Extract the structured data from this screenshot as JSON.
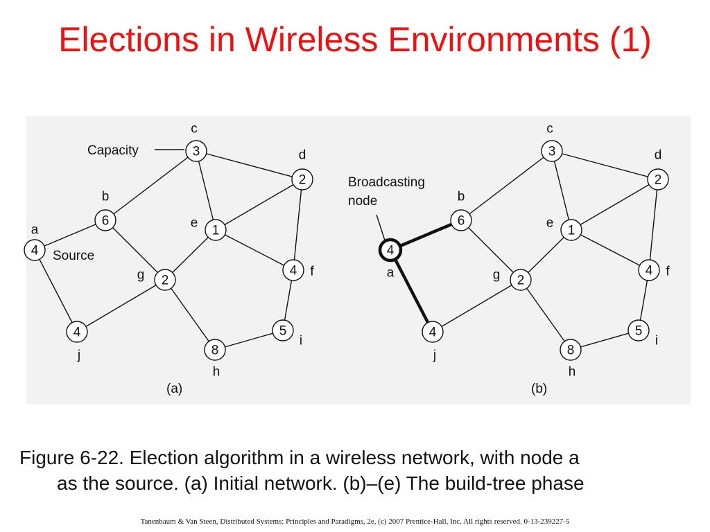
{
  "title": "Elections in Wireless Environments (1)",
  "caption": {
    "line1": "Figure 6-22. Election algorithm in a wireless network, with node a",
    "line2": "as the source. (a) Initial network. (b)–(e) The build-tree phase"
  },
  "footer": "Tanenbaum & Van Steen, Distributed Systems: Principles and Paradigms, 2e, (c) 2007 Prentice-Hall, Inc. All rights reserved. 0-13-239227-5",
  "panel_a": {
    "panel_label": "(a)",
    "annotations": {
      "capacity": "Capacity",
      "source": "Source"
    },
    "nodes": [
      {
        "id": "a",
        "capacity": "4"
      },
      {
        "id": "b",
        "capacity": "6"
      },
      {
        "id": "c",
        "capacity": "3"
      },
      {
        "id": "d",
        "capacity": "2"
      },
      {
        "id": "e",
        "capacity": "1"
      },
      {
        "id": "f",
        "capacity": "4"
      },
      {
        "id": "g",
        "capacity": "2"
      },
      {
        "id": "h",
        "capacity": "8"
      },
      {
        "id": "i",
        "capacity": "5"
      },
      {
        "id": "j",
        "capacity": "4"
      }
    ]
  },
  "panel_b": {
    "panel_label": "(b)",
    "annotations": {
      "broadcasting_line1": "Broadcasting",
      "broadcasting_line2": "node"
    },
    "nodes": [
      {
        "id": "a",
        "capacity": "4"
      },
      {
        "id": "b",
        "capacity": "6"
      },
      {
        "id": "c",
        "capacity": "3"
      },
      {
        "id": "d",
        "capacity": "2"
      },
      {
        "id": "e",
        "capacity": "1"
      },
      {
        "id": "f",
        "capacity": "4"
      },
      {
        "id": "g",
        "capacity": "2"
      },
      {
        "id": "h",
        "capacity": "8"
      },
      {
        "id": "i",
        "capacity": "5"
      },
      {
        "id": "j",
        "capacity": "4"
      }
    ]
  },
  "edges": [
    [
      "a",
      "b"
    ],
    [
      "a",
      "j"
    ],
    [
      "b",
      "c"
    ],
    [
      "b",
      "g"
    ],
    [
      "c",
      "e"
    ],
    [
      "c",
      "d"
    ],
    [
      "d",
      "e"
    ],
    [
      "d",
      "f"
    ],
    [
      "e",
      "f"
    ],
    [
      "e",
      "g"
    ],
    [
      "g",
      "j"
    ],
    [
      "g",
      "h"
    ],
    [
      "h",
      "i"
    ],
    [
      "i",
      "f"
    ]
  ],
  "panel_b_highlighted_edges": [
    [
      "a",
      "b"
    ],
    [
      "a",
      "j"
    ]
  ],
  "panel_b_highlighted_node": "a"
}
